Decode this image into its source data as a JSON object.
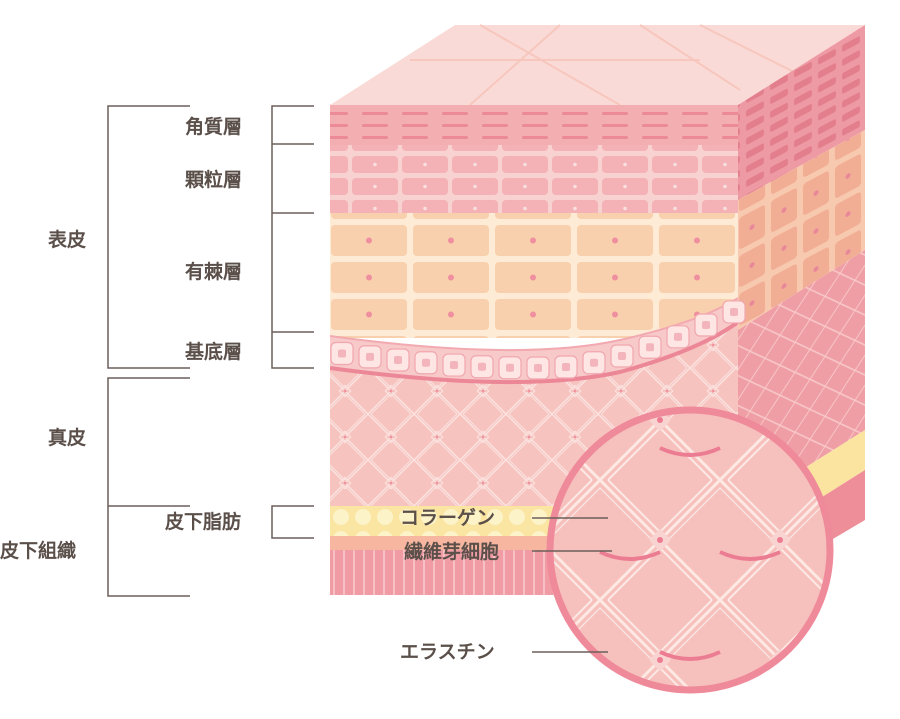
{
  "labels": {
    "epidermis": "表皮",
    "stratum_corneum": "角質層",
    "stratum_granulosum": "顆粒層",
    "stratum_spinosum": "有棘層",
    "stratum_basale": "基底層",
    "dermis": "真皮",
    "subcutaneous_tissue": "皮下組織",
    "subcutaneous_fat": "皮下脂肪",
    "collagen": "コラーゲン",
    "fibroblast": "繊維芽細胞",
    "elastin": "エラスチン"
  },
  "colors": {
    "label_text": "#5b4f4a",
    "bracket_line": "#6b5f5a",
    "skin_top": "#f9d6d2",
    "corneum": "#f3aeb2",
    "granulosum": "#f6c2c3",
    "spinosum": "#fbe0c4",
    "basale": "#f4b6b8",
    "dermis": "#f6c1bd",
    "fat": "#fbe9a8",
    "subcutis": "#f19ca4",
    "magnifier_ring": "#ef8a9a",
    "cell_nucleus": "#ec7c92"
  }
}
